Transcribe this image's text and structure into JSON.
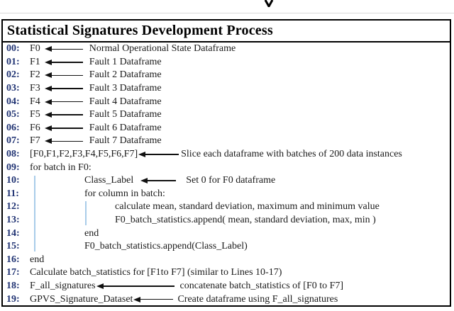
{
  "figure": {
    "title": "Statistical Signatures Development Process",
    "colors": {
      "line_number": "#1f3272",
      "text": "#1a1a1a",
      "border": "#000000",
      "indent_guide": "#a9cce9"
    },
    "icons": {
      "top_arrow": "flowchart-down-arrow-tip"
    }
  },
  "lines": [
    {
      "num": "00:",
      "code": "F0",
      "desc": "Normal Operational State Dataframe"
    },
    {
      "num": "01:",
      "code": "F1",
      "desc": "Fault 1 Dataframe"
    },
    {
      "num": "02:",
      "code": "F2",
      "desc": "Fault 2 Dataframe"
    },
    {
      "num": "03:",
      "code": "F3",
      "desc": "Fault 3 Dataframe"
    },
    {
      "num": "04:",
      "code": "F4",
      "desc": "Fault 4 Dataframe"
    },
    {
      "num": "05:",
      "code": "F5",
      "desc": "Fault 5 Dataframe"
    },
    {
      "num": "06:",
      "code": "F6",
      "desc": "Fault 6 Dataframe"
    },
    {
      "num": "07:",
      "code": "F7",
      "desc": "Fault 7 Dataframe"
    },
    {
      "num": "08:",
      "code": "[F0,F1,F2,F3,F4,F5,F6,F7]",
      "desc": "Slice each dataframe with batches of 200 data instances"
    },
    {
      "num": "09:",
      "code": "for batch in F0:"
    },
    {
      "num": "10:",
      "code": "Class_Label",
      "desc": "Set 0 for F0 dataframe"
    },
    {
      "num": "11:",
      "code": "for column in batch:"
    },
    {
      "num": "12:",
      "code": "calculate mean, standard deviation, maximum and minimum value"
    },
    {
      "num": "13:",
      "code": "F0_batch_statistics.append( mean, standard deviation, max, min )"
    },
    {
      "num": "14:",
      "code": "end"
    },
    {
      "num": "15:",
      "code": "F0_batch_statistics.append(Class_Label)"
    },
    {
      "num": "16:",
      "code": "end"
    },
    {
      "num": "17:",
      "code": "Calculate batch_statistics for [F1to F7] (similar to Lines 10-17)"
    },
    {
      "num": "18:",
      "code": "F_all_signatures",
      "desc": "concatenate batch_statistics of [F0 to F7]"
    },
    {
      "num": "19:",
      "code": "GPVS_Signature_Dataset",
      "desc": "Create dataframe using F_all_signatures"
    }
  ]
}
